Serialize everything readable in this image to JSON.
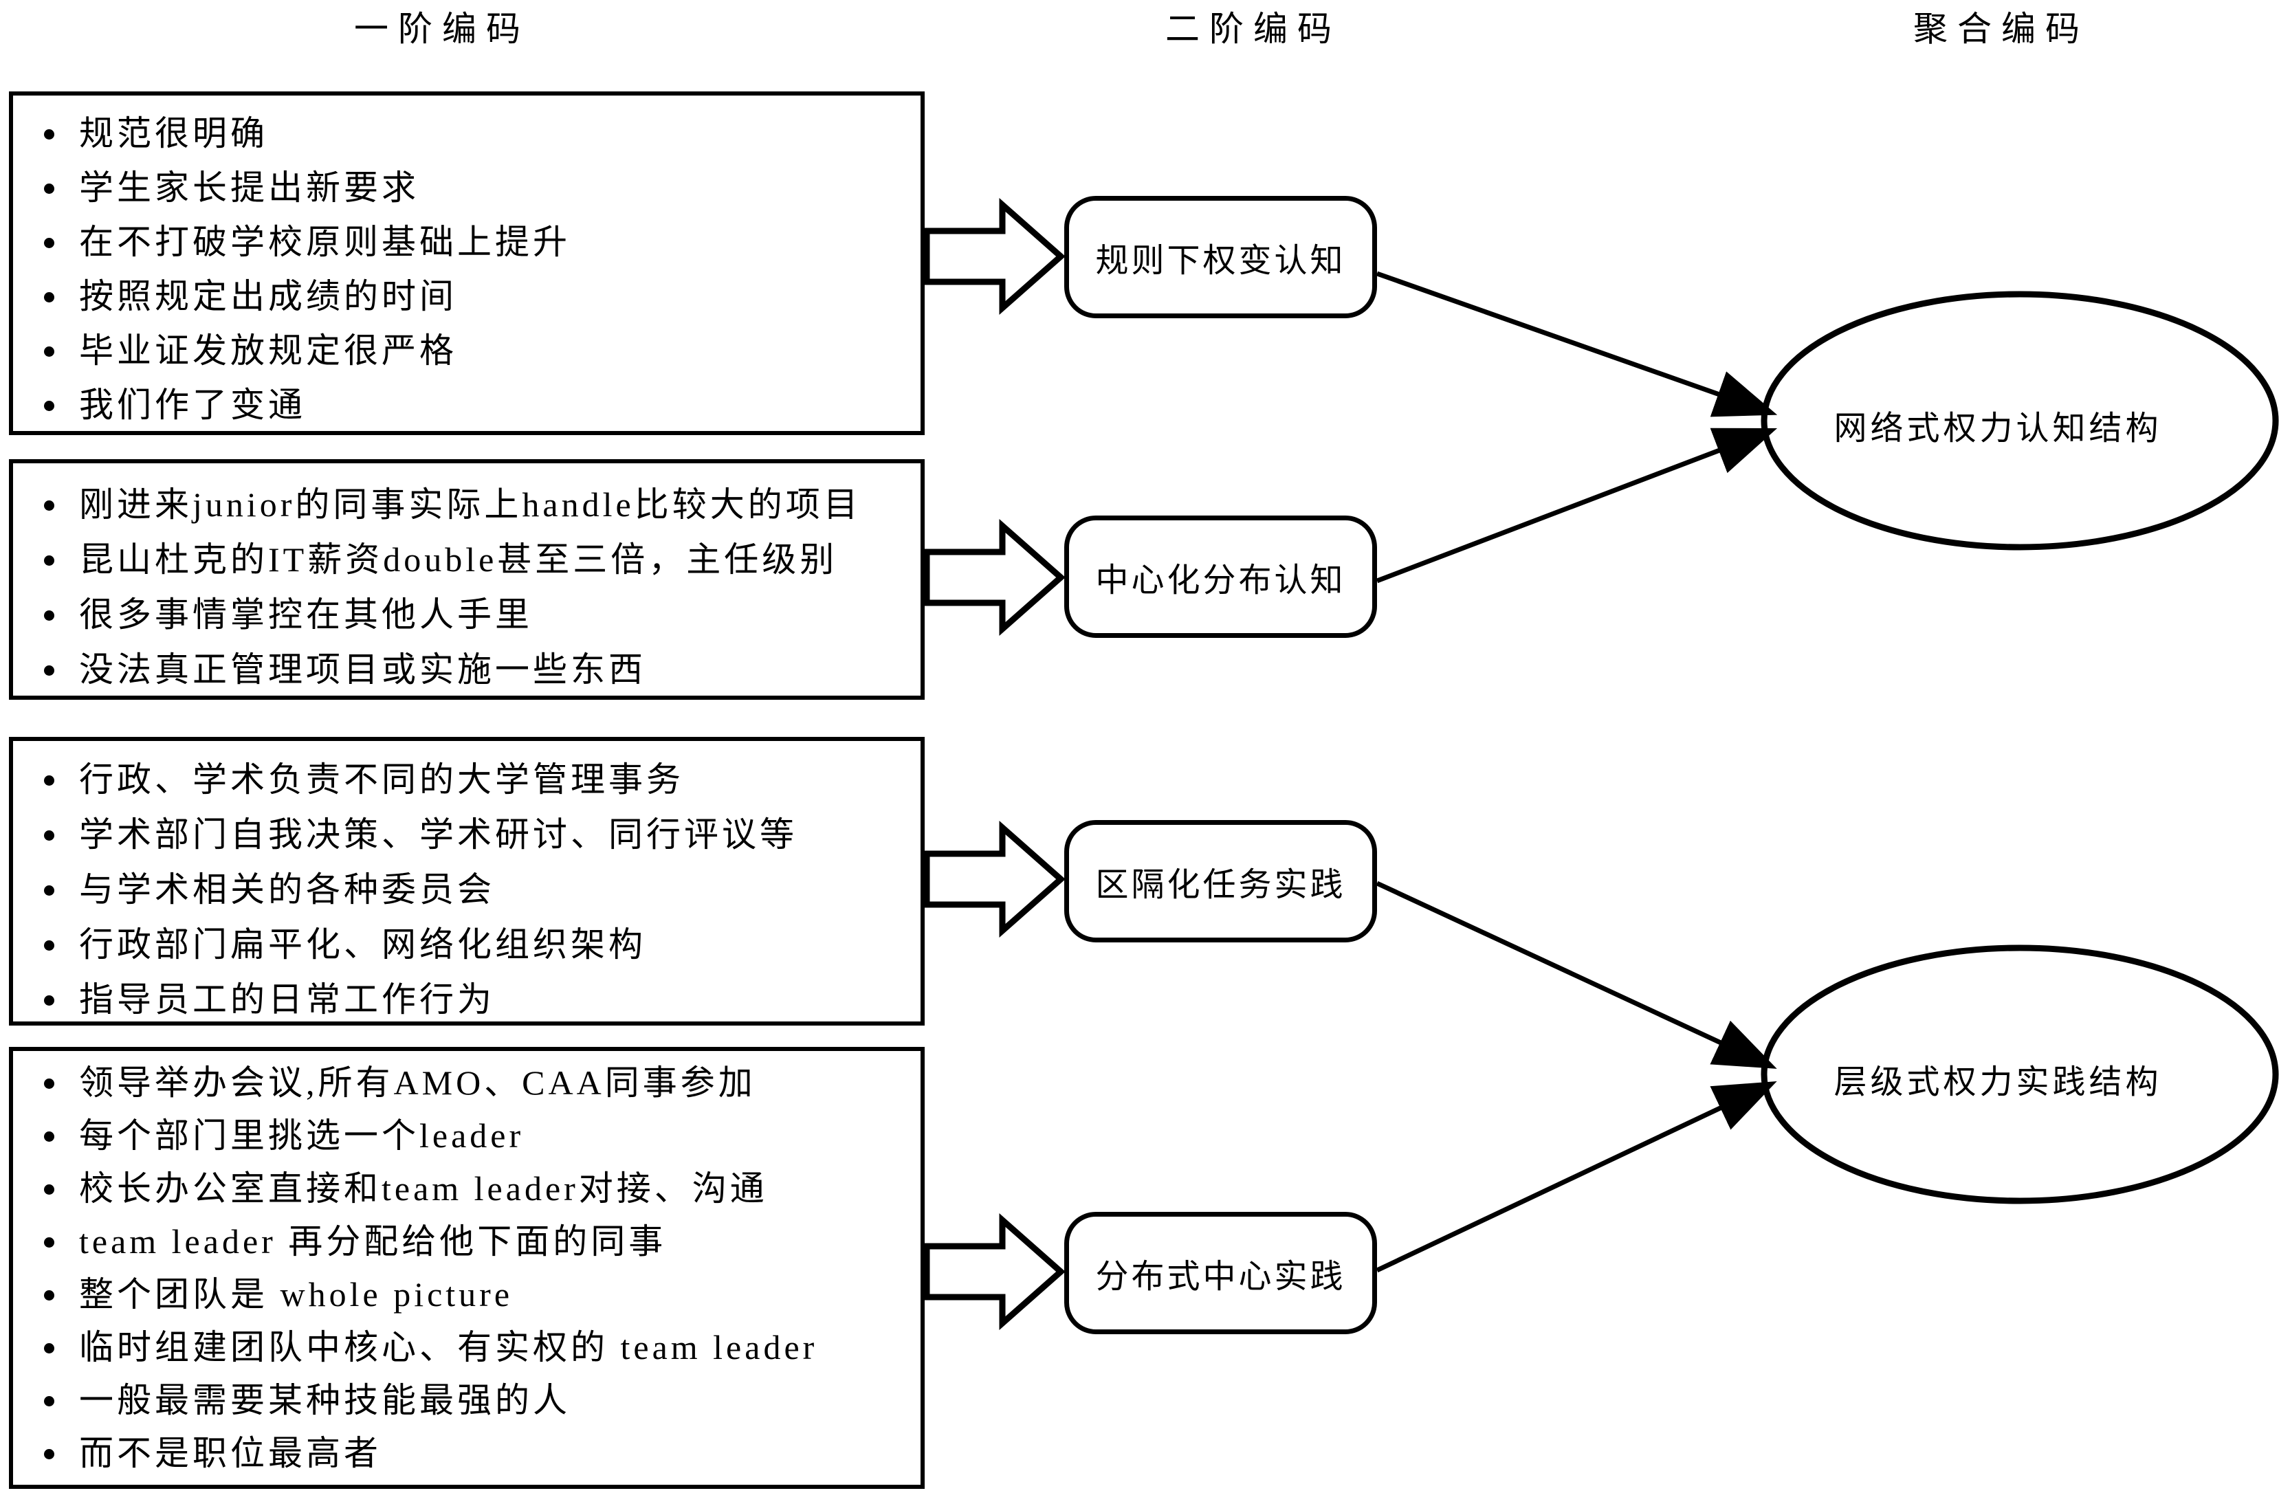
{
  "headers": {
    "col1": "一阶编码",
    "col2": "二阶编码",
    "col3": "聚合编码"
  },
  "first_order_groups": [
    {
      "bullets": [
        "规范很明确",
        "学生家长提出新要求",
        "在不打破学校原则基础上提升",
        "按照规定出成绩的时间",
        "毕业证发放规定很严格",
        "我们作了变通"
      ]
    },
    {
      "bullets": [
        "刚进来junior的同事实际上handle比较大的项目",
        "昆山杜克的IT薪资double甚至三倍，主任级别",
        "很多事情掌控在其他人手里",
        "没法真正管理项目或实施一些东西"
      ]
    },
    {
      "bullets": [
        "行政、学术负责不同的大学管理事务",
        "学术部门自我决策、学术研讨、同行评议等",
        "与学术相关的各种委员会",
        "行政部门扁平化、网络化组织架构",
        "指导员工的日常工作行为"
      ]
    },
    {
      "bullets": [
        "领导举办会议,所有AMO、CAA同事参加",
        "每个部门里挑选一个leader",
        "校长办公室直接和team leader对接、沟通",
        "team leader 再分配给他下面的同事",
        "整个团队是 whole picture",
        "临时组建团队中核心、有实权的 team leader",
        "一般最需要某种技能最强的人",
        "而不是职位最高者"
      ]
    }
  ],
  "second_order_codes": [
    "规则下权变认知",
    "中心化分布认知",
    "区隔化任务实践",
    "分布式中心实践"
  ],
  "aggregate_codes": [
    "网络式权力认知结构",
    "层级式权力实践结构"
  ],
  "colors": {
    "line": "#000000",
    "fill": "#ffffff"
  }
}
